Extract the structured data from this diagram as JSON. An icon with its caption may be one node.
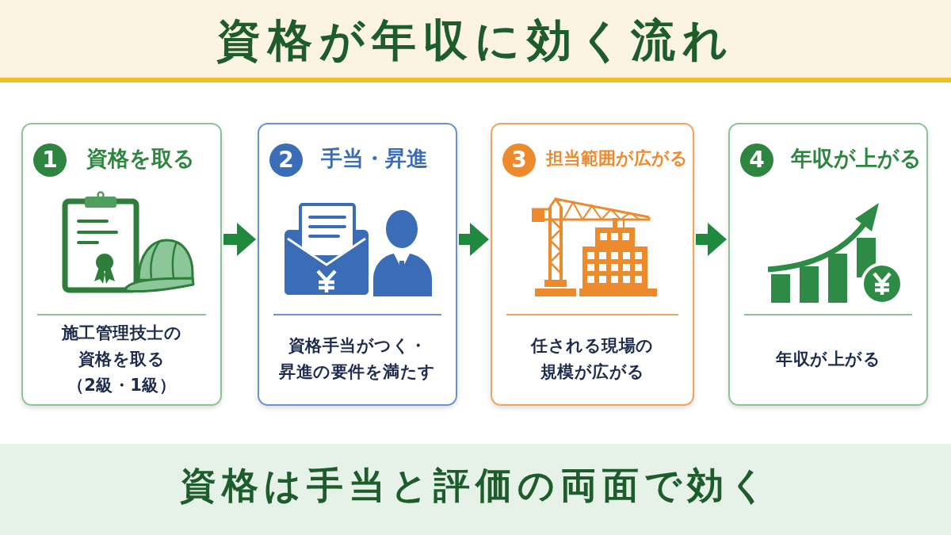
{
  "diagram": {
    "title": "資格が年収に効く流れ",
    "caption": "資格は手当と評価の両面で効く",
    "nodes": [
      {
        "text": [
          "資格を取る",
          "施工管理技士の資格を取る（2級・1級）"
        ]
      },
      {
        "text": [
          "1"
        ],
        "in": 0
      },
      {
        "text": [
          "手当・昇進",
          "資格手当がつく・昇進の要件を満たす"
        ]
      },
      {
        "text": [
          "2"
        ],
        "in": 2
      },
      {
        "text": [
          "担当範囲が広がる",
          "任される現場の規模が広がる"
        ]
      },
      {
        "text": [
          "3"
        ],
        "in": 4
      },
      {
        "text": [
          "年収が上がる",
          "年収が上がる"
        ]
      },
      {
        "text": [
          "4"
        ],
        "in": 6
      }
    ],
    "edges": [
      {
        "from": 0,
        "to": 2,
        "arrow": "to"
      },
      {
        "from": 2,
        "to": 4,
        "arrow": "to"
      },
      {
        "from": 4,
        "to": 6,
        "arrow": "to"
      }
    ]
  }
}
